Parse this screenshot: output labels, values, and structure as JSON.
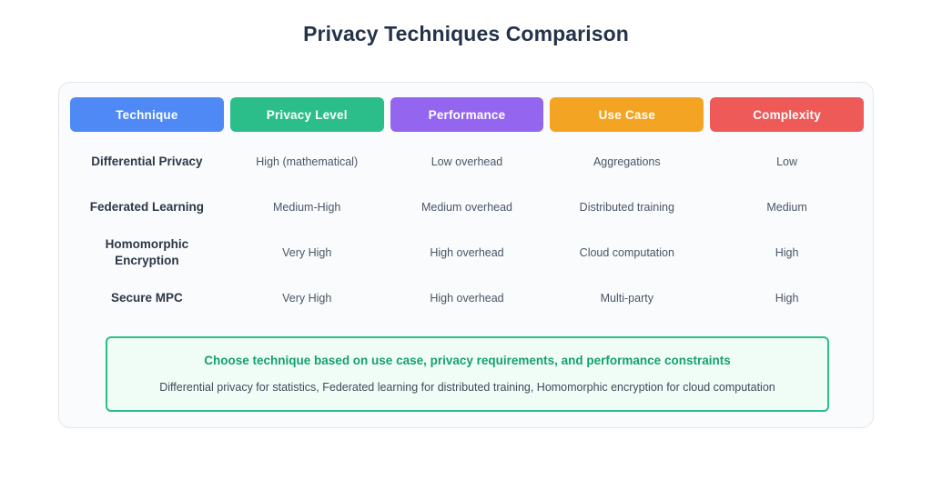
{
  "title": "Privacy Techniques Comparison",
  "table": {
    "columns": [
      {
        "label": "Technique",
        "color": "#4e89f5"
      },
      {
        "label": "Privacy Level",
        "color": "#2bbd8a"
      },
      {
        "label": "Performance",
        "color": "#9466f0"
      },
      {
        "label": "Use Case",
        "color": "#f3a422"
      },
      {
        "label": "Complexity",
        "color": "#ee5a58"
      }
    ],
    "rows": [
      {
        "technique": "Differential Privacy",
        "privacy_level": "High (mathematical)",
        "performance": "Low overhead",
        "use_case": "Aggregations",
        "complexity": "Low"
      },
      {
        "technique": "Federated Learning",
        "privacy_level": "Medium-High",
        "performance": "Medium overhead",
        "use_case": "Distributed training",
        "complexity": "Medium"
      },
      {
        "technique": "Homomorphic Encryption",
        "privacy_level": "Very High",
        "performance": "High overhead",
        "use_case": "Cloud computation",
        "complexity": "High"
      },
      {
        "technique": "Secure MPC",
        "privacy_level": "Very High",
        "performance": "High overhead",
        "use_case": "Multi-party",
        "complexity": "High"
      }
    ]
  },
  "callout": {
    "heading": "Choose technique based on use case, privacy requirements, and performance constraints",
    "subtext": "Differential privacy for statistics, Federated learning for distributed training, Homomorphic encryption for cloud computation",
    "border_color": "#2bbd8a",
    "background_color": "#f0fdf7",
    "heading_color": "#14a06e"
  }
}
